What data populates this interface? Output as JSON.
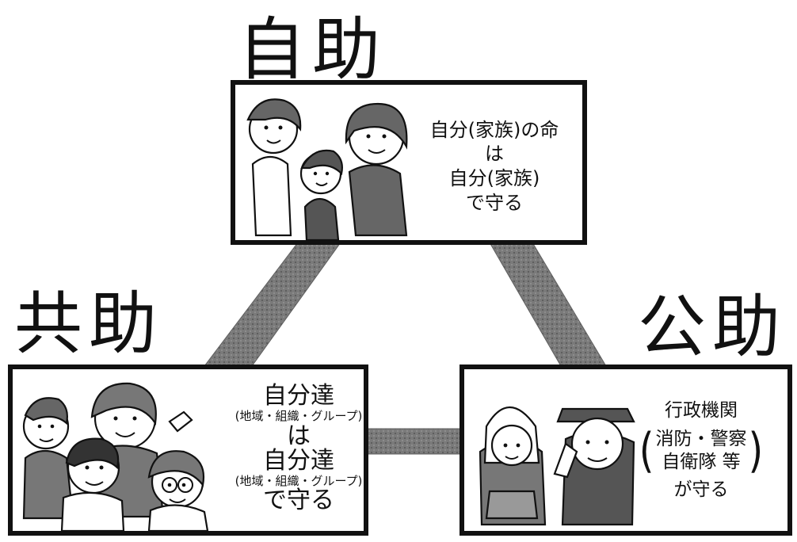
{
  "diagram": {
    "self_help": {
      "title": "自助",
      "lines": [
        "自分(家族)の命",
        "は",
        "自分(家族)",
        "で守る"
      ]
    },
    "mutual_help": {
      "title": "共助",
      "lines": [
        "自分達",
        "(地域・組織・グループ)",
        "は",
        "自分達",
        "(地域・組織・グループ)",
        "で守る"
      ]
    },
    "public_help": {
      "title": "公助",
      "top": "行政機関",
      "bracket_line_1": "消防・警察",
      "bracket_line_2": "自衛隊 等",
      "bottom": "が守る"
    }
  },
  "colors": {
    "connector": "#747474",
    "outline": "#111111",
    "background": "#ffffff"
  }
}
